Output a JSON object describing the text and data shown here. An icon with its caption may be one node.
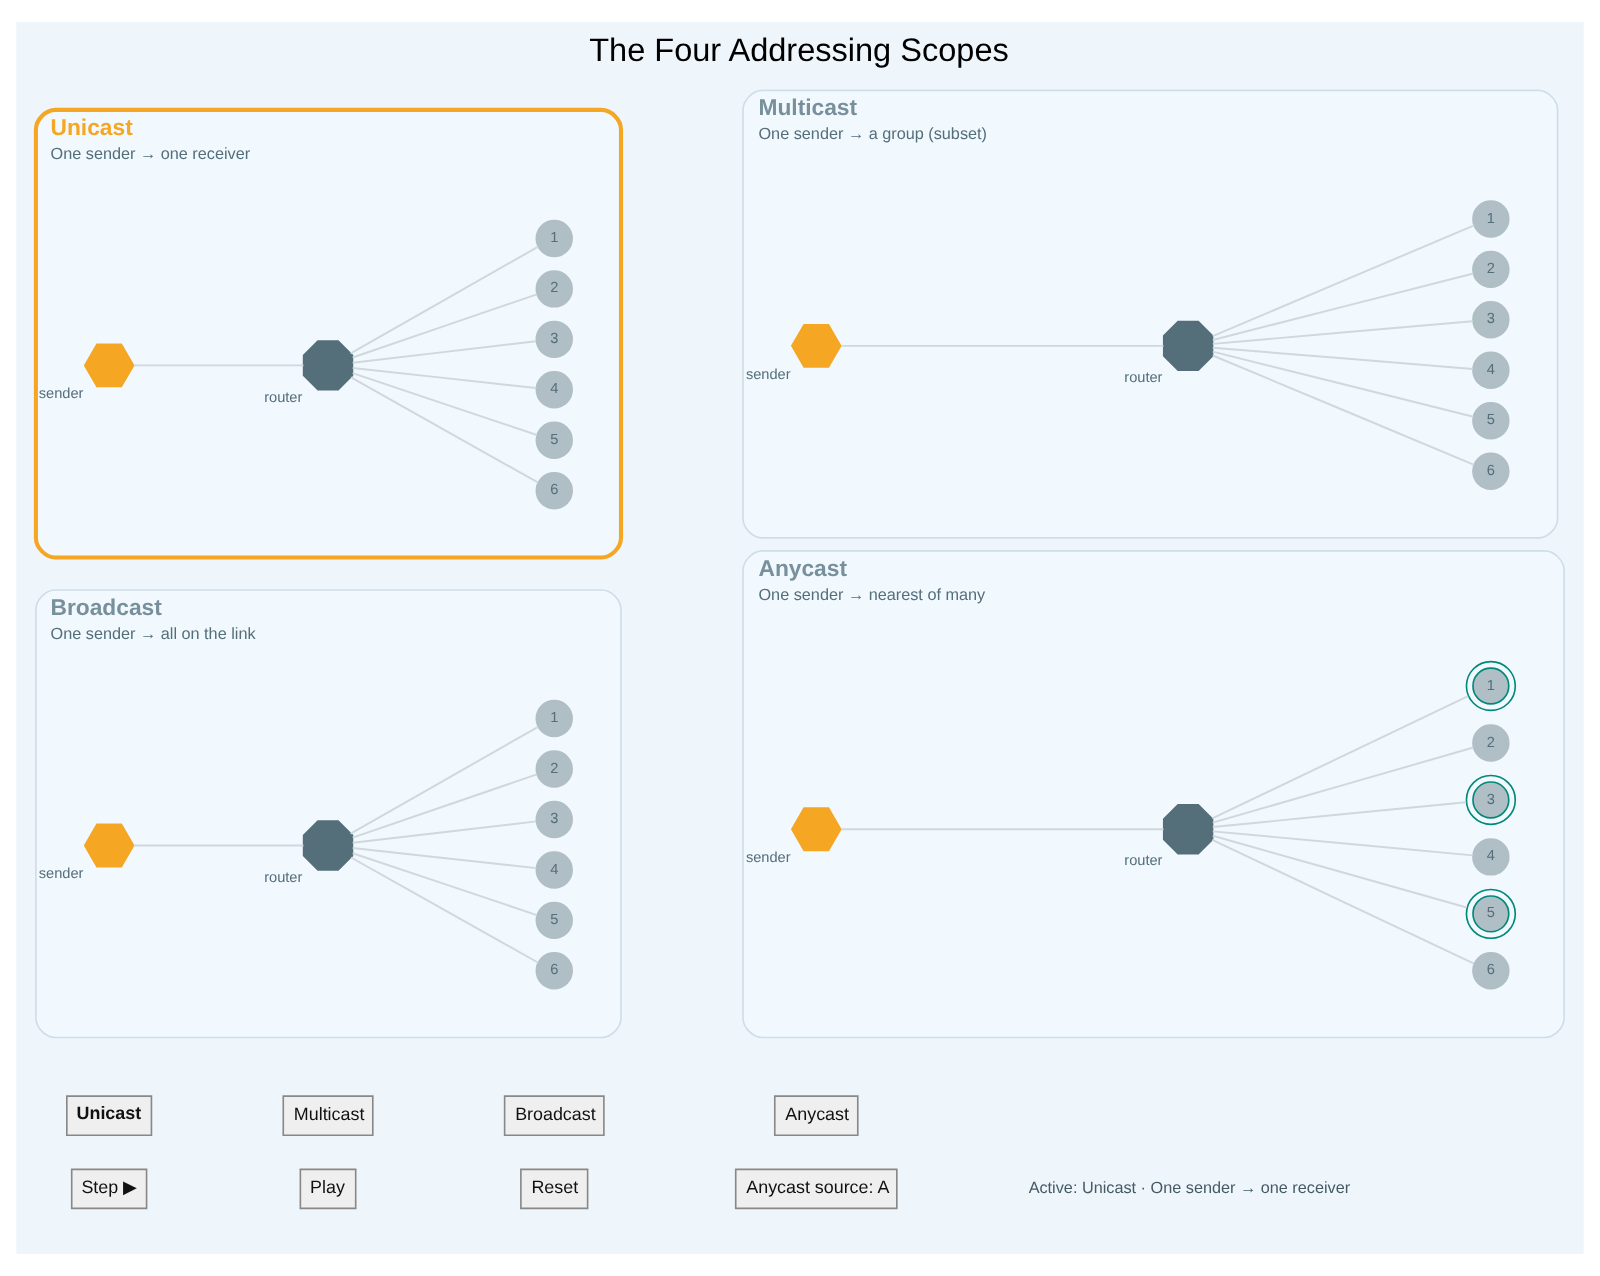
{
  "diagram": {
    "title": "The Four Addressing Scopes",
    "nodes": [
      {
        "text": [
          "Unicast",
          "One sender → one receiver"
        ]
      },
      {
        "text": [],
        "shape": "hexagon",
        "beside": [
          "sender"
        ],
        "in": 0
      },
      {
        "text": [],
        "shape": "octagon",
        "beside": [
          "router"
        ],
        "in": 0
      },
      {
        "text": [
          "1"
        ],
        "in": 0
      },
      {
        "text": [
          "2"
        ],
        "in": 0
      },
      {
        "text": [
          "3"
        ],
        "in": 0
      },
      {
        "text": [
          "4"
        ],
        "in": 0
      },
      {
        "text": [
          "5"
        ],
        "in": 0
      },
      {
        "text": [
          "6"
        ],
        "in": 0
      },
      {
        "text": [
          "Multicast",
          "One sender → a group (subset)"
        ]
      },
      {
        "text": [],
        "shape": "hexagon",
        "beside": [
          "sender"
        ],
        "in": 9
      },
      {
        "text": [],
        "shape": "octagon",
        "beside": [
          "router"
        ],
        "in": 9
      },
      {
        "text": [
          "1"
        ],
        "in": 9
      },
      {
        "text": [
          "2"
        ],
        "in": 9
      },
      {
        "text": [
          "3"
        ],
        "in": 9
      },
      {
        "text": [
          "4"
        ],
        "in": 9
      },
      {
        "text": [
          "5"
        ],
        "in": 9
      },
      {
        "text": [
          "6"
        ],
        "in": 9
      },
      {
        "text": [
          "Broadcast",
          "One sender → all on the link"
        ]
      },
      {
        "text": [],
        "shape": "hexagon",
        "beside": [
          "sender"
        ],
        "in": 18
      },
      {
        "text": [],
        "shape": "octagon",
        "beside": [
          "router"
        ],
        "in": 18
      },
      {
        "text": [
          "1"
        ],
        "in": 18
      },
      {
        "text": [
          "2"
        ],
        "in": 18
      },
      {
        "text": [
          "3"
        ],
        "in": 18
      },
      {
        "text": [
          "4"
        ],
        "in": 18
      },
      {
        "text": [
          "5"
        ],
        "in": 18
      },
      {
        "text": [
          "6"
        ],
        "in": 18
      },
      {
        "text": [
          "Anycast",
          "One sender → nearest of many"
        ]
      },
      {
        "text": [],
        "shape": "hexagon",
        "beside": [
          "sender"
        ],
        "in": 27
      },
      {
        "text": [],
        "shape": "octagon",
        "beside": [
          "router"
        ],
        "in": 27
      },
      {
        "text": [
          "1"
        ],
        "in": 27
      },
      {
        "text": [
          "2"
        ],
        "in": 27
      },
      {
        "text": [
          "3"
        ],
        "in": 27
      },
      {
        "text": [
          "4"
        ],
        "in": 27
      },
      {
        "text": [
          "5"
        ],
        "in": 27
      },
      {
        "text": [
          "6"
        ],
        "in": 27
      }
    ],
    "edges": [
      {
        "from": 1,
        "to": 2,
        "arrow": "none"
      },
      {
        "from": 2,
        "to": 3,
        "arrow": "none"
      },
      {
        "from": 2,
        "to": 4,
        "arrow": "none"
      },
      {
        "from": 2,
        "to": 5,
        "arrow": "none"
      },
      {
        "from": 2,
        "to": 6,
        "arrow": "none"
      },
      {
        "from": 2,
        "to": 7,
        "arrow": "none"
      },
      {
        "from": 2,
        "to": 8,
        "arrow": "none"
      },
      {
        "from": 10,
        "to": 11,
        "arrow": "none"
      },
      {
        "from": 11,
        "to": 12,
        "arrow": "none"
      },
      {
        "from": 11,
        "to": 13,
        "arrow": "none"
      },
      {
        "from": 11,
        "to": 14,
        "arrow": "none"
      },
      {
        "from": 11,
        "to": 15,
        "arrow": "none"
      },
      {
        "from": 11,
        "to": 16,
        "arrow": "none"
      },
      {
        "from": 11,
        "to": 17,
        "arrow": "none"
      },
      {
        "from": 19,
        "to": 20,
        "arrow": "none"
      },
      {
        "from": 20,
        "to": 21,
        "arrow": "none"
      },
      {
        "from": 20,
        "to": 22,
        "arrow": "none"
      },
      {
        "from": 20,
        "to": 23,
        "arrow": "none"
      },
      {
        "from": 20,
        "to": 24,
        "arrow": "none"
      },
      {
        "from": 20,
        "to": 25,
        "arrow": "none"
      },
      {
        "from": 20,
        "to": 26,
        "arrow": "none"
      },
      {
        "from": 28,
        "to": 29,
        "arrow": "none"
      },
      {
        "from": 29,
        "to": 30,
        "arrow": "none"
      },
      {
        "from": 29,
        "to": 31,
        "arrow": "none"
      },
      {
        "from": 29,
        "to": 32,
        "arrow": "none"
      },
      {
        "from": 29,
        "to": 33,
        "arrow": "none"
      },
      {
        "from": 29,
        "to": 34,
        "arrow": "none"
      },
      {
        "from": 29,
        "to": 35,
        "arrow": "none"
      }
    ],
    "labels": [
      "Unicast",
      "Multicast",
      "Broadcast",
      "Anycast",
      "Step ▶",
      "Play",
      "Reset",
      "Anycast source: A",
      "Active: Unicast · One sender → one receiver"
    ]
  }
}
